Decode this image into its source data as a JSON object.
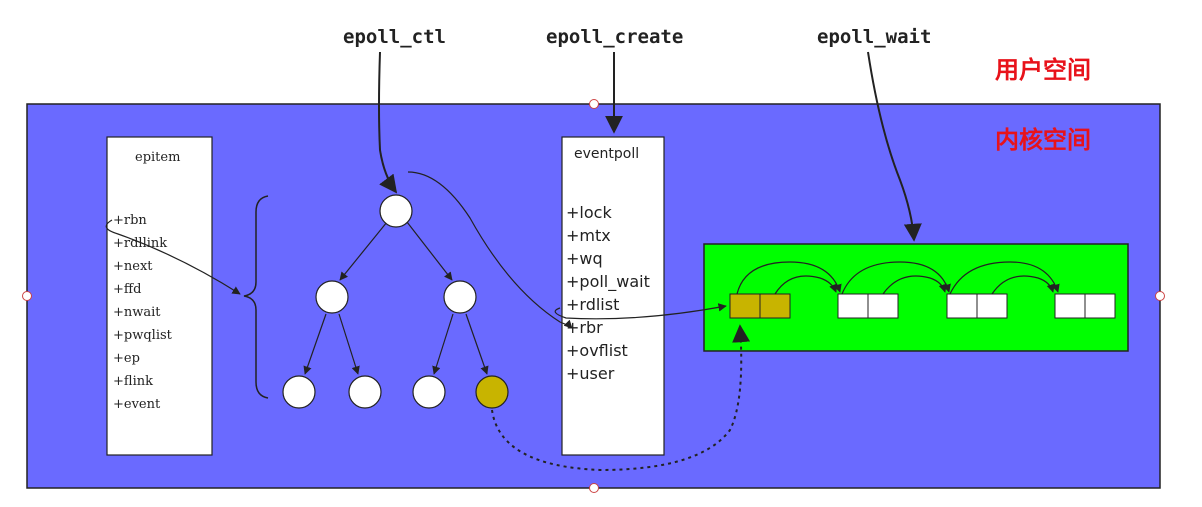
{
  "labels": {
    "epoll_ctl": "epoll_ctl",
    "epoll_create": "epoll_create",
    "epoll_wait": "epoll_wait",
    "user_space": "用户空间",
    "kernel_space": "内核空间"
  },
  "epitem": {
    "title": "epitem",
    "fields": [
      "+rbn",
      "+rdllink",
      "+next",
      "+ffd",
      "+nwait",
      "+pwqlist",
      "+ep",
      "+flink",
      "+event"
    ]
  },
  "eventpoll": {
    "title": "eventpoll",
    "fields": [
      "+lock",
      "+mtx",
      "+wq",
      "+poll_wait",
      "+rdlist",
      "+rbr",
      "+ovflist",
      "+user"
    ]
  },
  "colors": {
    "kernel_bg": "#6a6aff",
    "ready_list_bg": "#00ff00",
    "active_item": "#c8b400",
    "label_red": "#e8121a",
    "node_fill": "#ffffff"
  }
}
